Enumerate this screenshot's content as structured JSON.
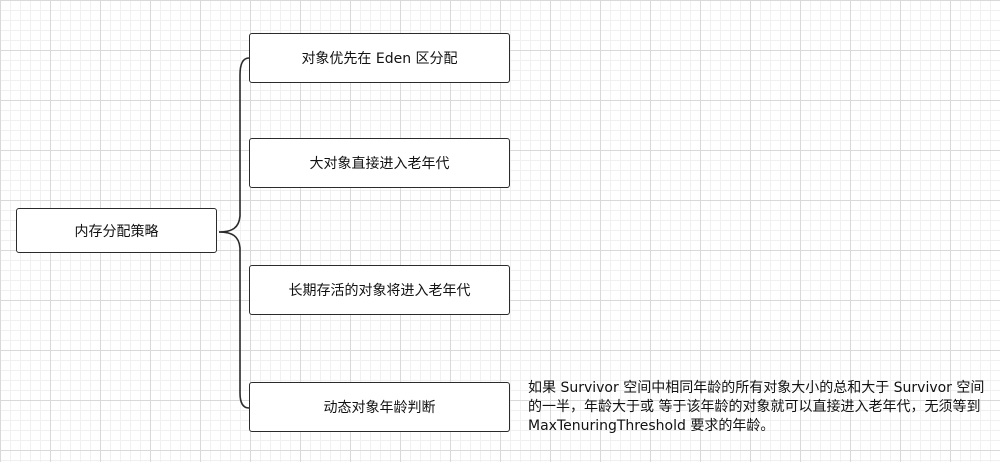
{
  "diagram": {
    "root": {
      "label": "内存分配策略"
    },
    "children": [
      {
        "label": "对象优先在 Eden 区分配"
      },
      {
        "label": "大对象直接进入老年代"
      },
      {
        "label": "长期存活的对象将进入老年代"
      },
      {
        "label": "动态对象年龄判断"
      }
    ],
    "note": {
      "text": "如果 Survivor 空间中相同年龄的所有对象大小的总和大于 Survivor 空间\n的一半，年龄大于或 等于该年龄的对象就可以直接进入老年代，无须等到\nMaxTenuringThreshold 要求的年龄。"
    },
    "colors": {
      "line": "#2b2b2b",
      "node_border": "#2b2b2b",
      "grid_major": "#d9d9d9",
      "grid_minor": "#f0f0f0",
      "background": "#ffffff"
    }
  }
}
